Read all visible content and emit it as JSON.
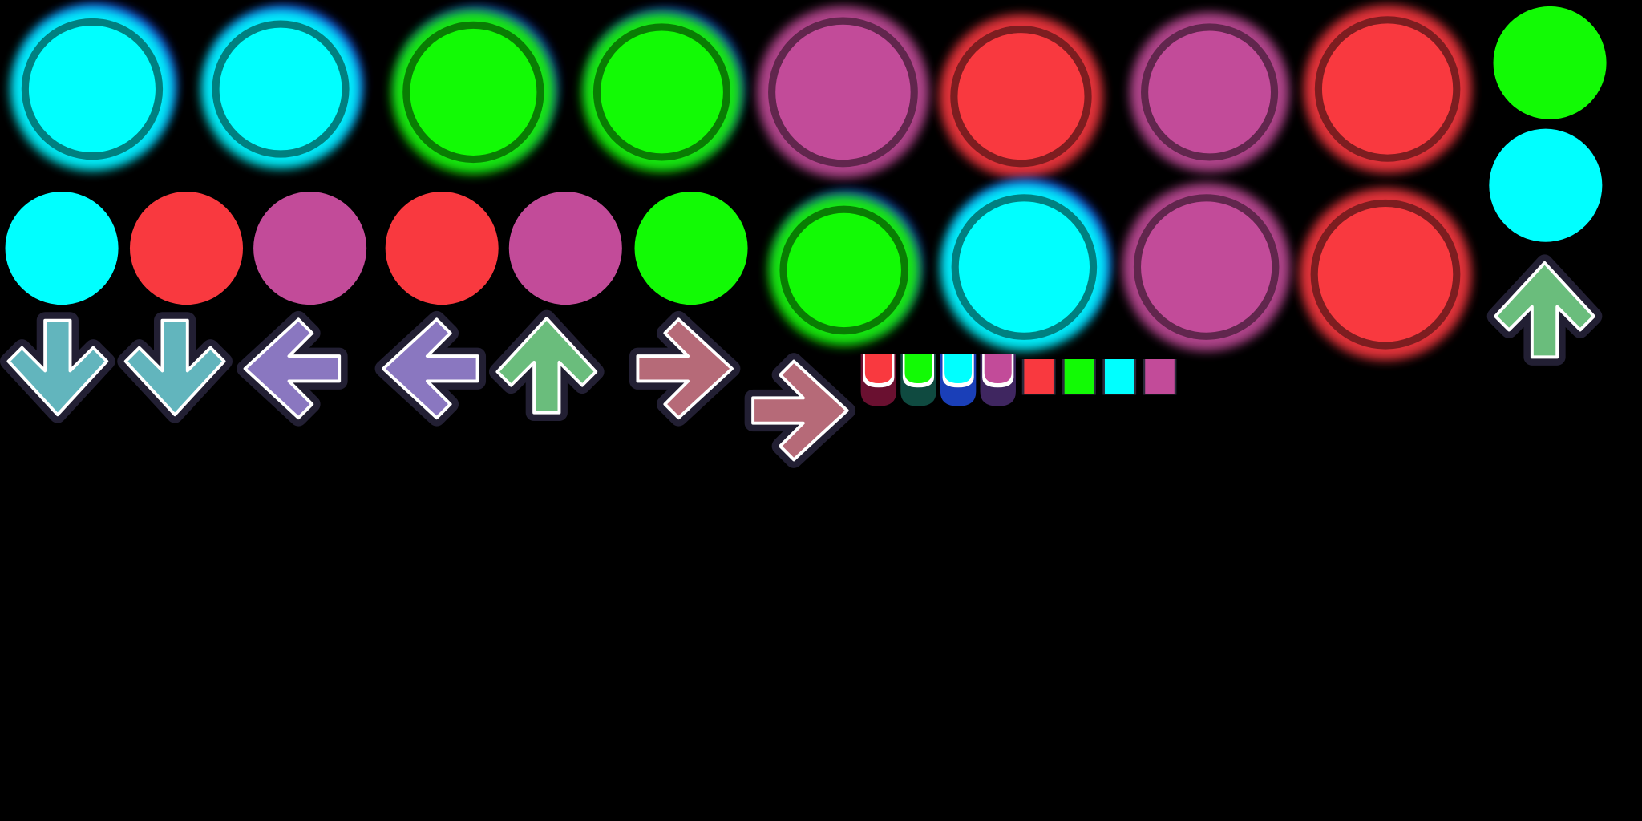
{
  "sheet": {
    "background": "#000000",
    "colors": {
      "cyan": "#00ffff",
      "green": "#12fa05",
      "purple": "#c24b99",
      "red": "#f9393f",
      "arrow_down": "#62b5bd",
      "arrow_left": "#8a77c0",
      "arrow_up": "#6abd7c",
      "arrow_right": "#b66a78",
      "outline": "#221f33",
      "ring_glow_blue": "#1a3cff"
    },
    "sprites": {
      "glow_rings": [
        {
          "name": "down-confirm",
          "color": "cyan"
        },
        {
          "name": "down-confirm-2",
          "color": "cyan"
        },
        {
          "name": "up-confirm",
          "color": "green"
        },
        {
          "name": "up-confirm-2",
          "color": "green"
        },
        {
          "name": "left-confirm",
          "color": "purple"
        },
        {
          "name": "right-confirm",
          "color": "red"
        },
        {
          "name": "left-confirm-2",
          "color": "purple"
        },
        {
          "name": "right-confirm-2",
          "color": "red"
        },
        {
          "name": "up-press",
          "color": "green"
        },
        {
          "name": "down-press",
          "color": "cyan"
        },
        {
          "name": "left-press",
          "color": "purple"
        },
        {
          "name": "right-press",
          "color": "red"
        }
      ],
      "notes": [
        {
          "name": "green-note",
          "color": "green"
        },
        {
          "name": "cyan-note",
          "color": "cyan"
        },
        {
          "name": "cyan-note",
          "color": "cyan"
        },
        {
          "name": "red-note",
          "color": "red"
        },
        {
          "name": "purple-note",
          "color": "purple"
        },
        {
          "name": "red-note",
          "color": "red"
        },
        {
          "name": "purple-note",
          "color": "purple"
        },
        {
          "name": "green-note",
          "color": "green"
        }
      ],
      "arrows": [
        {
          "direction": "down",
          "color": "arrow_down"
        },
        {
          "direction": "down",
          "color": "arrow_down"
        },
        {
          "direction": "left",
          "color": "arrow_left"
        },
        {
          "direction": "left",
          "color": "arrow_left"
        },
        {
          "direction": "up",
          "color": "arrow_up"
        },
        {
          "direction": "right",
          "color": "arrow_right"
        },
        {
          "direction": "right",
          "color": "arrow_right"
        },
        {
          "direction": "up",
          "color": "arrow_up"
        }
      ],
      "hold_ends": [
        {
          "color": "red",
          "base": "#6a1030"
        },
        {
          "color": "green",
          "base": "#0f4a40"
        },
        {
          "color": "cyan",
          "base": "#1a3fb8"
        },
        {
          "color": "purple",
          "base": "#3f2660"
        }
      ],
      "hold_pieces": [
        {
          "color": "red"
        },
        {
          "color": "green"
        },
        {
          "color": "cyan"
        },
        {
          "color": "purple"
        }
      ]
    }
  }
}
